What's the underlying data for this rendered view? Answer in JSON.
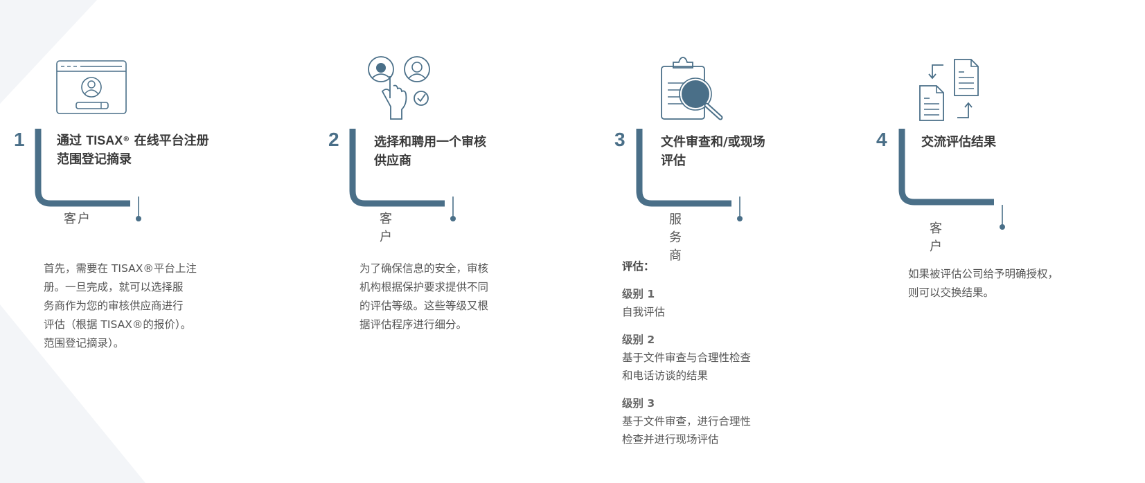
{
  "colors": {
    "accent": "#4a6f88",
    "text": "#3a3a3a",
    "muted_text": "#555555",
    "background": "#ffffff",
    "background_shape": "#f3f5f8"
  },
  "steps": [
    {
      "number": "1",
      "icon": "browser-login-icon",
      "title_line1_pre": "通过 ",
      "title_line1_brand": "TISAX",
      "title_line1_reg": "®",
      "title_line1_post": " 在线平台注册",
      "title_line2": "范围登记摘录",
      "role": "客户",
      "description": [
        "首先，需要在 TISAX®平台上注",
        "册。一旦完成，就可以选择服",
        "务商作为您的审核供应商进行",
        "评估（根据 TISAX®的报价）。",
        "范围登记摘录）。"
      ]
    },
    {
      "number": "2",
      "icon": "select-provider-icon",
      "title_line1": "选择和聘用一个审核",
      "title_line2": "供应商",
      "role": "客户",
      "description": [
        "为了确保信息的安全，审核",
        "机构根据保护要求提供不同",
        "的评估等级。这些等级又根",
        "据评估程序进行细分。"
      ]
    },
    {
      "number": "3",
      "icon": "document-review-icon",
      "title_line1": "文件审查和/或现场",
      "title_line2": "评估",
      "role": "服务商",
      "evaluation": {
        "heading": "评估：",
        "levels": [
          {
            "label": "级别 1",
            "lines": [
              "自我评估"
            ]
          },
          {
            "label": "级别 2",
            "lines": [
              "基于文件审查与合理性检查",
              "和电话访谈的结果"
            ]
          },
          {
            "label": "级别 3",
            "lines": [
              "基于文件审查，进行合理性",
              "检查并进行现场评估"
            ]
          }
        ]
      }
    },
    {
      "number": "4",
      "icon": "exchange-documents-icon",
      "title_line1": "交流评估结果",
      "role": "客户",
      "description": [
        "如果被评估公司给予明确授权，",
        "则可以交换结果。"
      ]
    }
  ]
}
